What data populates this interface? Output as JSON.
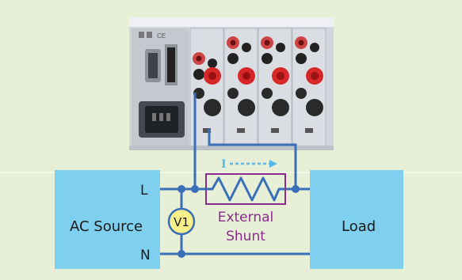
{
  "diagram": {
    "source": {
      "label": "AC Source",
      "terminal_l": "L",
      "terminal_n": "N"
    },
    "voltmeter": {
      "label": "V1"
    },
    "shunt": {
      "line1": "External",
      "line2": "Shunt"
    },
    "current": {
      "label": "I"
    },
    "load": {
      "label": "Load"
    },
    "instrument_mark": "CE"
  },
  "colors": {
    "background": "#e7f0d7",
    "box_fill": "#7fcfee",
    "wire": "#3a6fb8",
    "voltmeter_fill": "#f7f08a",
    "shunt_outline": "#8a2b8e",
    "current_arrow": "#58b9e8"
  }
}
